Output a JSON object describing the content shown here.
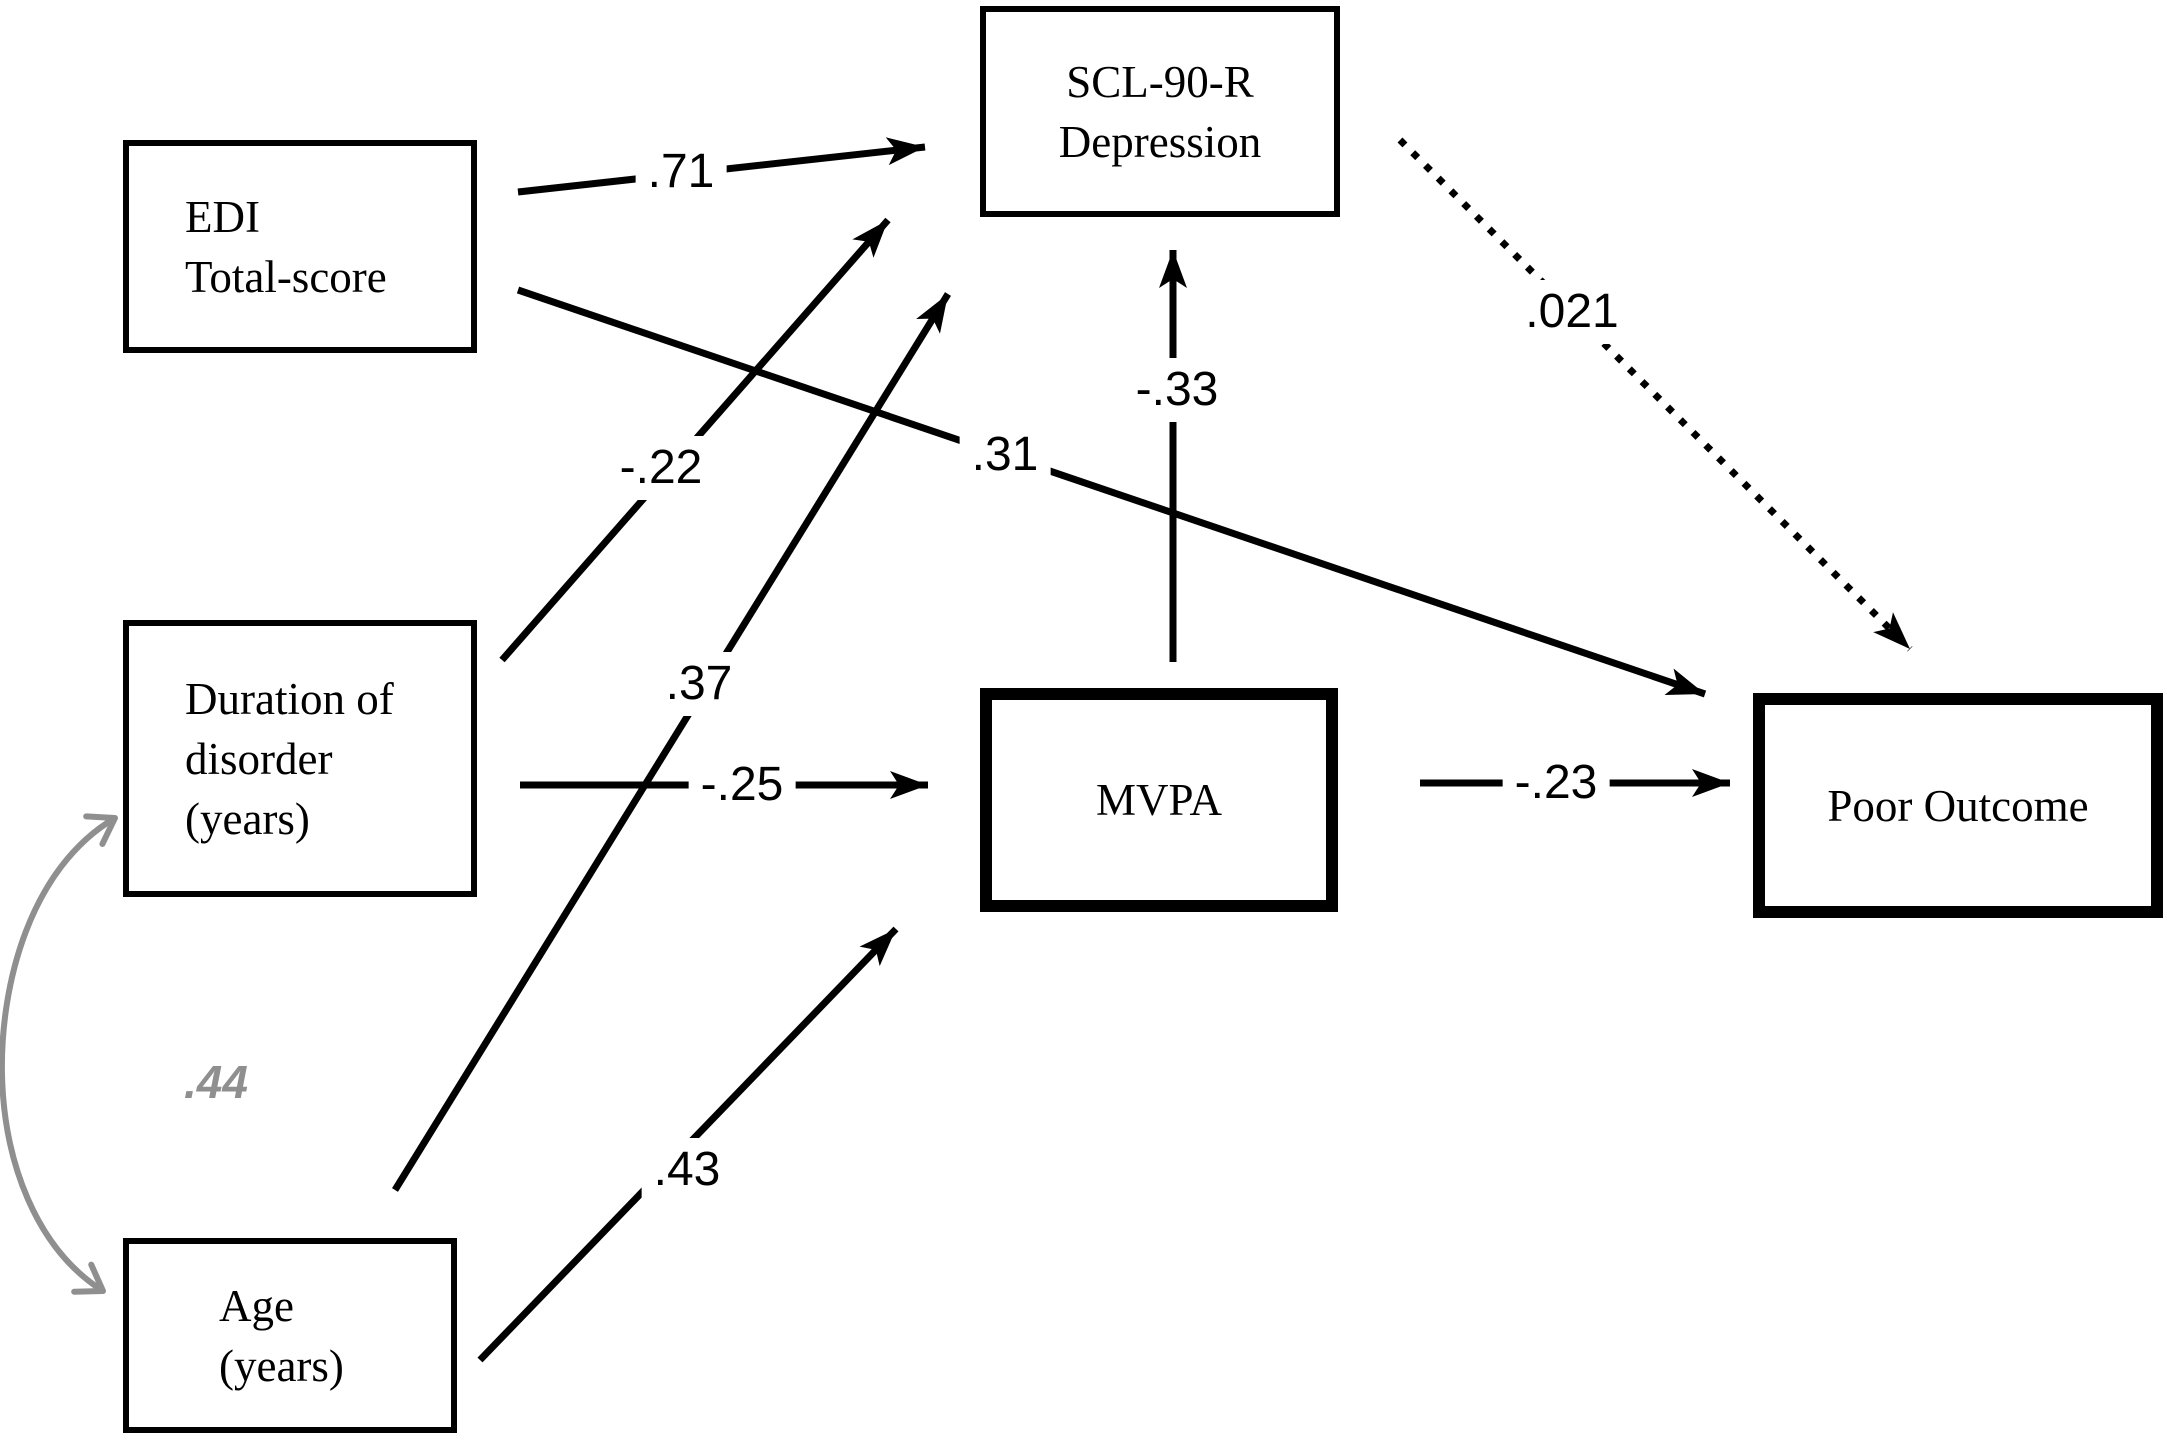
{
  "figure": {
    "type": "path-diagram",
    "background": "#ffffff",
    "colors": {
      "line": "#000000",
      "correlation_gray": "#8f8f8f",
      "text": "#000000",
      "box_fill": "#ffffff"
    },
    "nodes": [
      {
        "id": "edi-total-score",
        "lines": [
          "EDI",
          "Total-score"
        ],
        "border": "thin"
      },
      {
        "id": "scl-90-r-depression",
        "lines": [
          "SCL-90-R",
          "Depression"
        ],
        "border": "thin"
      },
      {
        "id": "duration-of-disorder",
        "lines": [
          "Duration of",
          "disorder",
          "(years)"
        ],
        "border": "thin"
      },
      {
        "id": "mvpa",
        "lines": [
          "MVPA"
        ],
        "border": "thick"
      },
      {
        "id": "poor-outcome",
        "lines": [
          "Poor Outcome"
        ],
        "border": "thick"
      },
      {
        "id": "age",
        "lines": [
          "Age",
          "(years)"
        ],
        "border": "thin"
      }
    ],
    "edges": [
      {
        "from": "EDI Total-score",
        "to": "SCL-90-R Depression",
        "label": ".71",
        "style": "solid"
      },
      {
        "from": "Duration of disorder (years)",
        "to": "SCL-90-R Depression",
        "label": "-.22",
        "style": "solid"
      },
      {
        "from": "Age (years)",
        "to": "SCL-90-R Depression",
        "label": ".37",
        "style": "solid"
      },
      {
        "from": "EDI Total-score",
        "to": "Poor Outcome",
        "label": ".31",
        "style": "solid"
      },
      {
        "from": "Duration of disorder (years)",
        "to": "MVPA",
        "label": "-.25",
        "style": "solid"
      },
      {
        "from": "MVPA",
        "to": "SCL-90-R Depression",
        "label": "-.33",
        "style": "solid"
      },
      {
        "from": "MVPA",
        "to": "Poor Outcome",
        "label": "-.23",
        "style": "solid"
      },
      {
        "from": "Age (years)",
        "to": "MVPA",
        "label": ".43",
        "style": "solid"
      },
      {
        "from": "SCL-90-R Depression",
        "to": "Poor Outcome",
        "label": ".021",
        "style": "dotted"
      },
      {
        "from": "Duration of disorder (years)",
        "to": "Age (years)",
        "label": ".44",
        "style": "curved-double-headed",
        "color": "#8f8f8f"
      }
    ]
  }
}
